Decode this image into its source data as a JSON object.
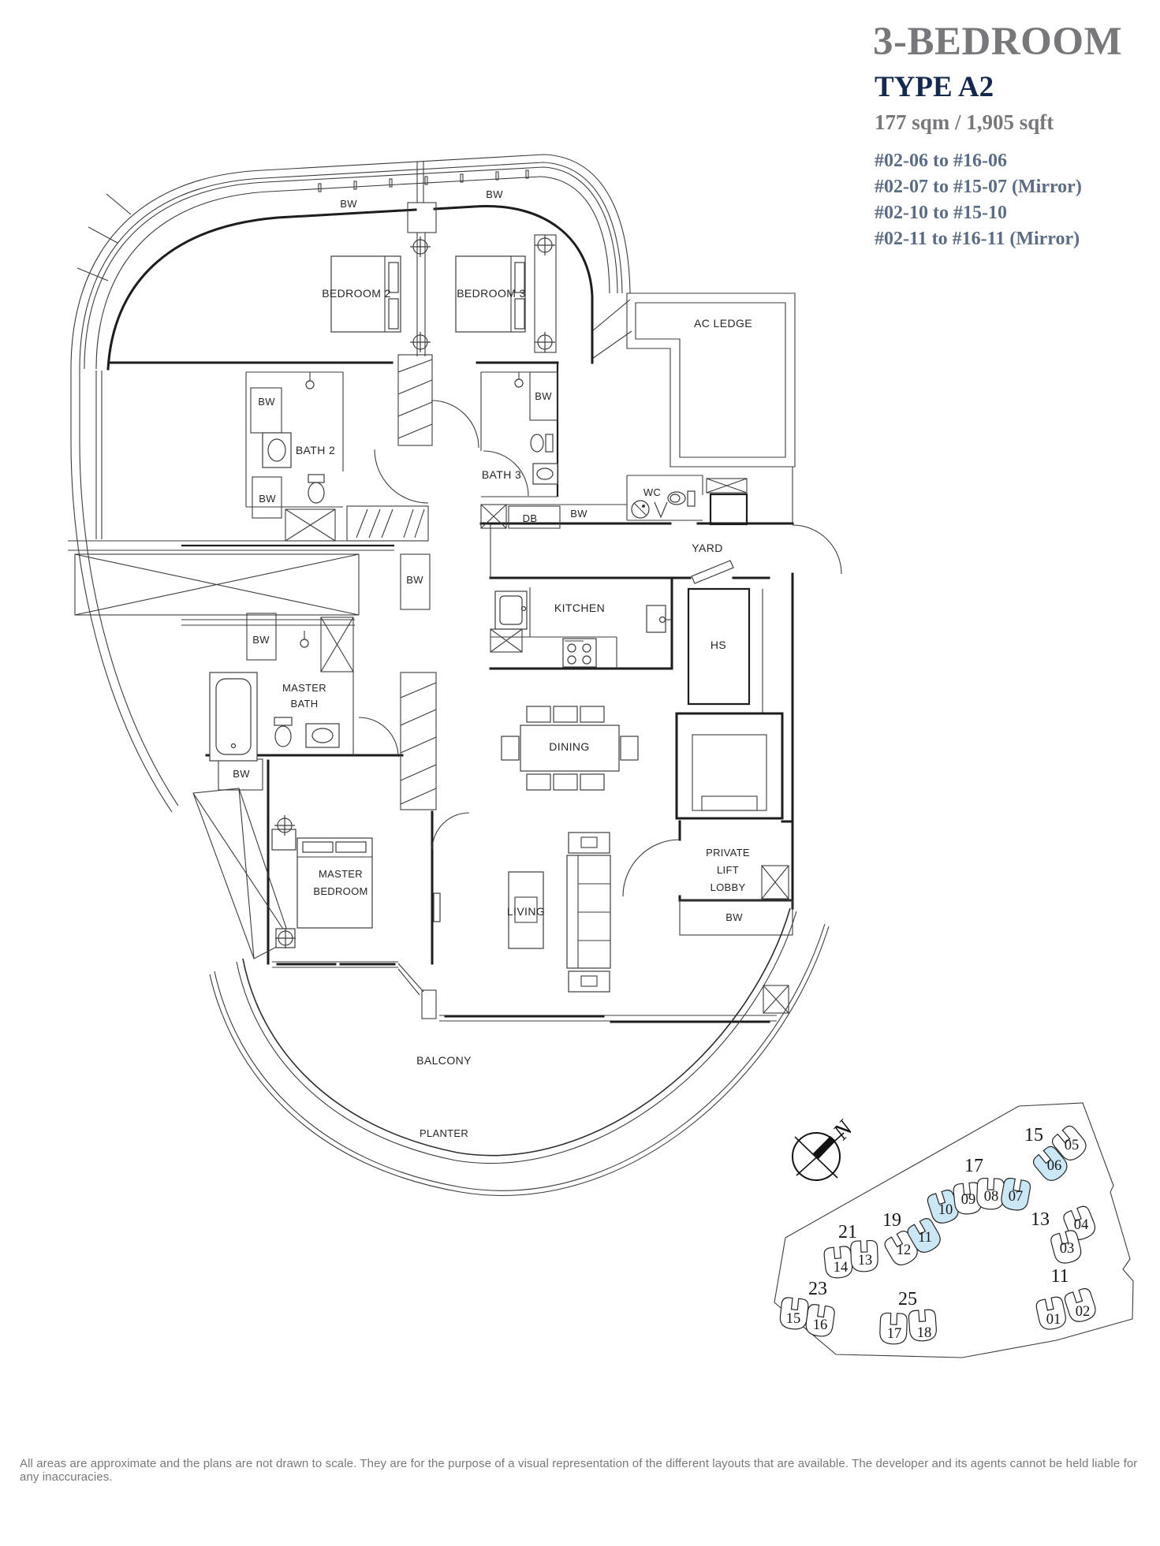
{
  "header": {
    "title": "3-BEDROOM",
    "type": "TYPE A2",
    "area": "177 sqm / 1,905 sqft",
    "units": [
      "#02-06 to #16-06",
      "#02-07 to #15-07 (Mirror)",
      "#02-10 to #15-10",
      "#02-11 to #16-11 (Mirror)"
    ]
  },
  "plan": {
    "bedroom2": "BEDROOM 2",
    "bedroom3": "BEDROOM 3",
    "bath2": "BATH 2",
    "bath3": "BATH 3",
    "master_bath": [
      "MASTER",
      "BATH"
    ],
    "master_bedroom": [
      "MASTER",
      "BEDROOM"
    ],
    "living": "LIVING",
    "dining": "DINING",
    "kitchen": "KITCHEN",
    "yard": "YARD",
    "wc": "WC",
    "db": "DB",
    "hs": "HS",
    "ac_ledge": "AC LEDGE",
    "private_lift_lobby": [
      "PRIVATE",
      "LIFT",
      "LOBBY"
    ],
    "balcony": "BALCONY",
    "planter": "PLANTER",
    "bw": "BW"
  },
  "keyplan": {
    "north_label": "N",
    "highlight_color": "#cbe7f6",
    "blocks": [
      {
        "number": "15",
        "units": [
          {
            "no": "05",
            "highlighted": false
          },
          {
            "no": "06",
            "highlighted": true
          }
        ]
      },
      {
        "number": "17",
        "units": [
          {
            "no": "10",
            "highlighted": true
          },
          {
            "no": "09",
            "highlighted": false
          },
          {
            "no": "08",
            "highlighted": false
          },
          {
            "no": "07",
            "highlighted": true
          }
        ]
      },
      {
        "number": "13",
        "units": [
          {
            "no": "04",
            "highlighted": false
          },
          {
            "no": "03",
            "highlighted": false
          }
        ]
      },
      {
        "number": "19",
        "units": [
          {
            "no": "12",
            "highlighted": false
          },
          {
            "no": "11",
            "highlighted": true
          }
        ]
      },
      {
        "number": "21",
        "units": [
          {
            "no": "14",
            "highlighted": false
          },
          {
            "no": "13",
            "highlighted": false
          }
        ]
      },
      {
        "number": "23",
        "units": [
          {
            "no": "15",
            "highlighted": false
          },
          {
            "no": "16",
            "highlighted": false
          }
        ]
      },
      {
        "number": "25",
        "units": [
          {
            "no": "17",
            "highlighted": false
          },
          {
            "no": "18",
            "highlighted": false
          }
        ]
      },
      {
        "number": "11",
        "units": [
          {
            "no": "01",
            "highlighted": false
          },
          {
            "no": "02",
            "highlighted": false
          }
        ]
      }
    ]
  },
  "disclaimer": "All areas are approximate and the plans are not drawn to scale. They are for the purpose of a visual representation of the different layouts that are available. The developer and its agents cannot be held liable for any inaccuracies."
}
